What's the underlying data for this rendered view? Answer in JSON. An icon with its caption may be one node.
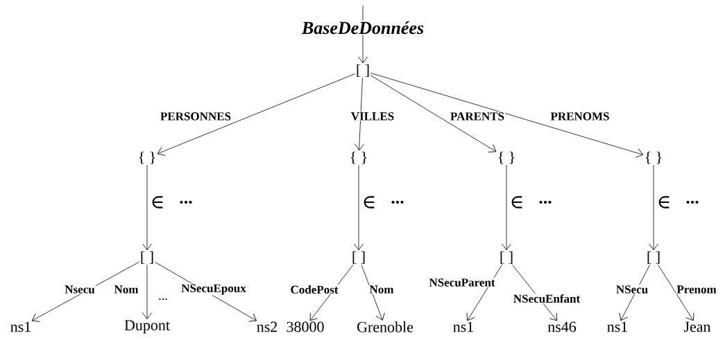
{
  "diagram": {
    "nodes": [
      {
        "text": [
          "[ ]"
        ]
      },
      {
        "text": [
          "{ }"
        ]
      },
      {
        "text": [
          "{ }"
        ]
      },
      {
        "text": [
          "{ }"
        ]
      },
      {
        "text": [
          "{ }"
        ]
      },
      {
        "text": [
          "[ ]"
        ]
      },
      {
        "text": [
          "[ ]"
        ]
      },
      {
        "text": [
          "[ ]"
        ]
      },
      {
        "text": [
          "[ ]"
        ]
      },
      {
        "text": [
          "ns1"
        ]
      },
      {
        "text": [
          "Dupont"
        ]
      },
      {
        "text": [
          "ns2"
        ]
      },
      {
        "text": [
          "38000"
        ]
      },
      {
        "text": [
          "Grenoble"
        ]
      },
      {
        "text": [
          "ns1"
        ]
      },
      {
        "text": [
          "ns46"
        ]
      },
      {
        "text": [
          "ns1"
        ]
      },
      {
        "text": [
          "Jean"
        ]
      }
    ],
    "edges": [
      {
        "from": null,
        "to": 0,
        "arrow": "to",
        "label": "BaseDeDonnées"
      },
      {
        "from": 0,
        "to": 1,
        "arrow": "to",
        "label": "PERSONNES"
      },
      {
        "from": 0,
        "to": 2,
        "arrow": "to",
        "label": "VILLES"
      },
      {
        "from": 0,
        "to": 3,
        "arrow": "to",
        "label": "PARENTS"
      },
      {
        "from": 0,
        "to": 4,
        "arrow": "to",
        "label": "PRENOMS"
      },
      {
        "from": 1,
        "to": 5,
        "arrow": "to",
        "label": "∈"
      },
      {
        "from": 2,
        "to": 6,
        "arrow": "to",
        "label": "∈"
      },
      {
        "from": 3,
        "to": 7,
        "arrow": "to",
        "label": "∈"
      },
      {
        "from": 4,
        "to": 8,
        "arrow": "to",
        "label": "∈"
      },
      {
        "from": 5,
        "to": 9,
        "arrow": "to",
        "label": "Nsecu"
      },
      {
        "from": 5,
        "to": 10,
        "arrow": "to",
        "label": "Nom"
      },
      {
        "from": 5,
        "to": 11,
        "arrow": "to",
        "label": "NSecuEpoux"
      },
      {
        "from": 6,
        "to": 12,
        "arrow": "to",
        "label": "CodePost"
      },
      {
        "from": 6,
        "to": 13,
        "arrow": "to",
        "label": "Nom"
      },
      {
        "from": 7,
        "to": 14,
        "arrow": "to",
        "label": "NSecuParent"
      },
      {
        "from": 7,
        "to": 15,
        "arrow": "to",
        "label": "NSecuEnfant"
      },
      {
        "from": 8,
        "to": 16,
        "arrow": "to",
        "label": "NSecu"
      },
      {
        "from": 8,
        "to": 17,
        "arrow": "to",
        "label": "Prenom"
      }
    ],
    "labels": [
      "...",
      "...",
      "...",
      "...",
      "..."
    ]
  }
}
